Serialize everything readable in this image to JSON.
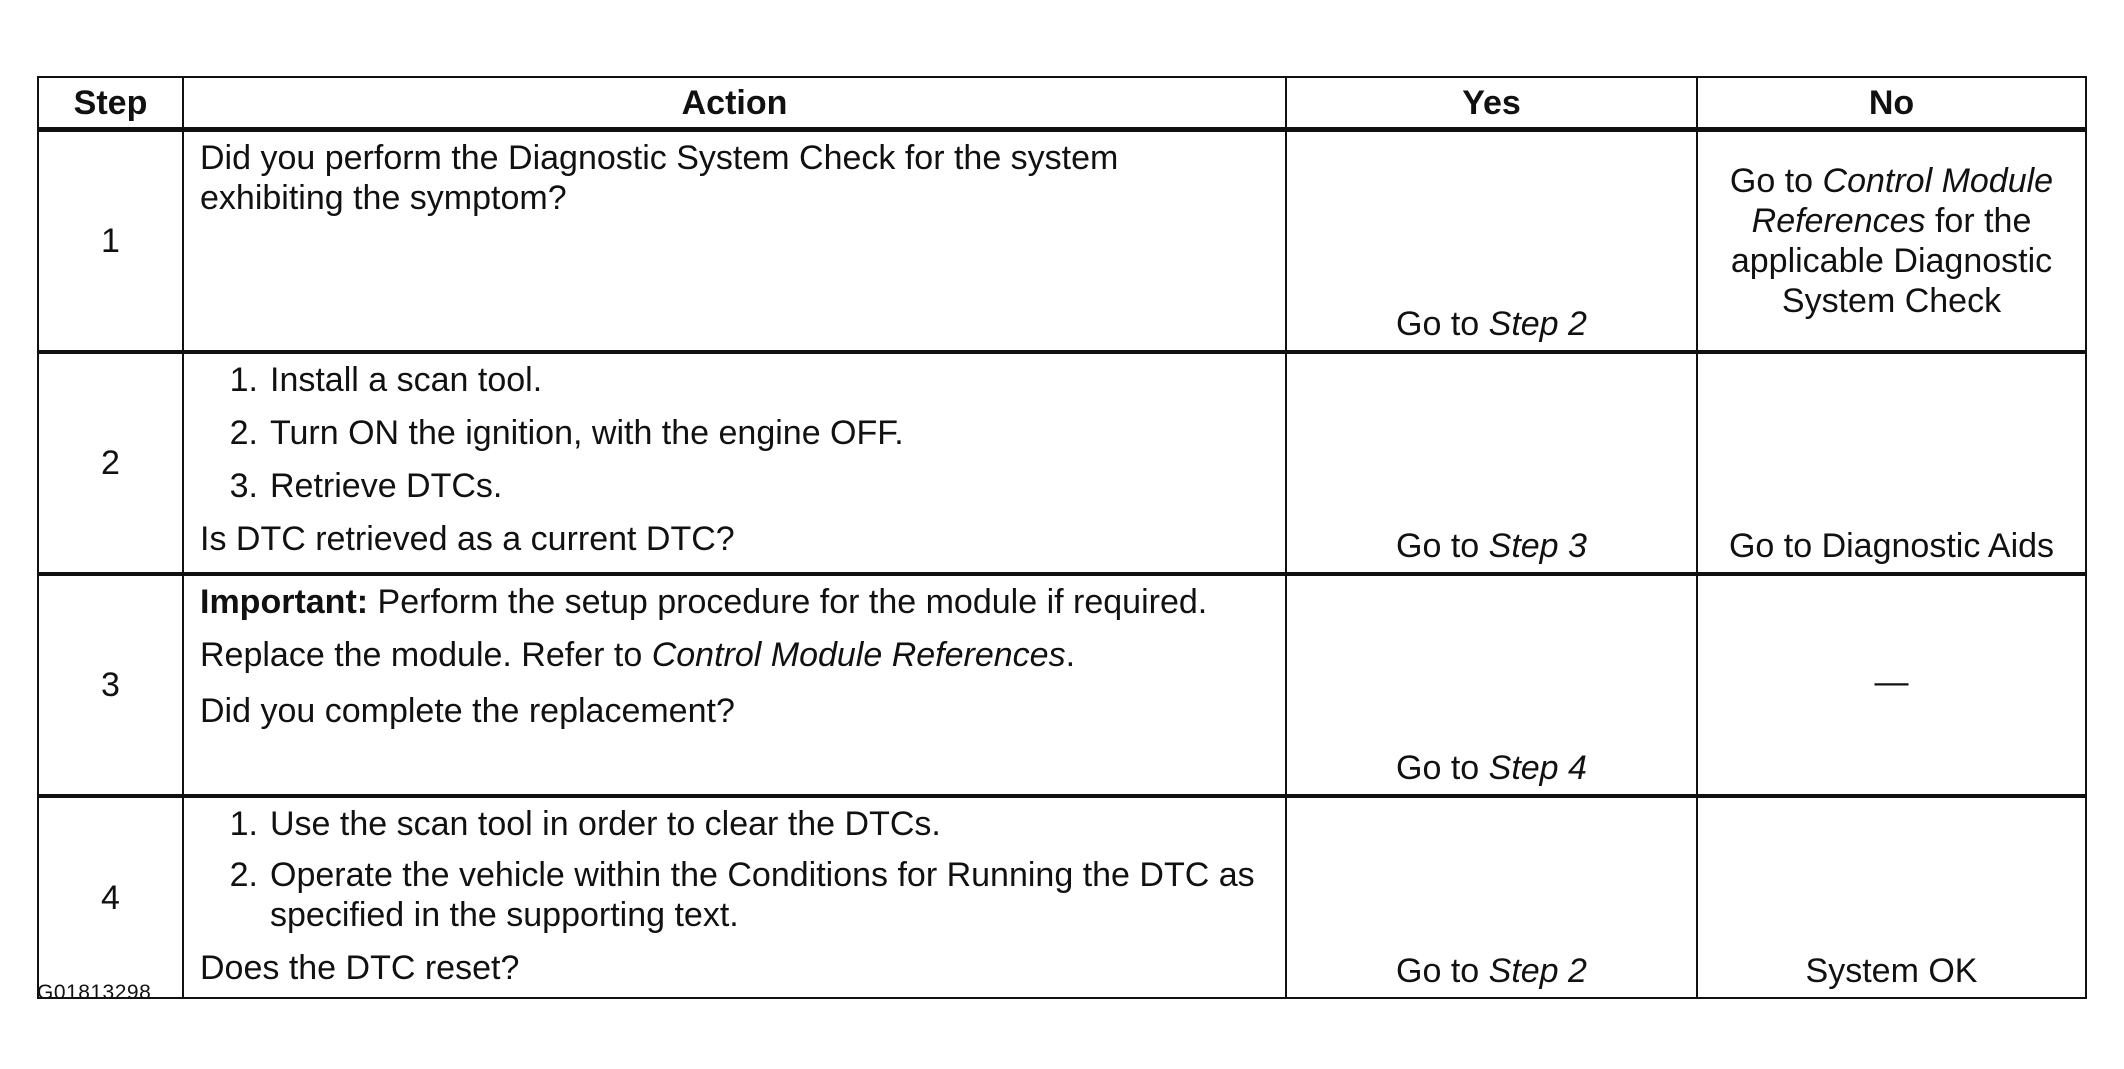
{
  "header": {
    "step": "Step",
    "action": "Action",
    "yes": "Yes",
    "no": "No"
  },
  "rows": [
    {
      "step": "1",
      "action": "Did you perform the Diagnostic System Check for the system exhibiting the symptom?",
      "yes_prefix": "Go to ",
      "yes_link": "Step 2",
      "no_prefix": "Go to ",
      "no_link": "Control Module References",
      "no_suffix": " for the applicable Diagnostic System Check"
    },
    {
      "step": "2",
      "items": [
        {
          "num": "1.",
          "text": "Install a scan tool."
        },
        {
          "num": "2.",
          "text": "Turn ON the ignition, with the engine OFF."
        },
        {
          "num": "3.",
          "text": "Retrieve DTCs."
        }
      ],
      "question": "Is DTC retrieved as a current DTC?",
      "yes_prefix": "Go to ",
      "yes_link": "Step 3",
      "no": "Go to Diagnostic Aids"
    },
    {
      "step": "3",
      "important_label": "Important:",
      "important_text": " Perform the setup procedure for the module if required.",
      "replace_text": "Replace the module. Refer to ",
      "replace_link": "Control Module References",
      "replace_suffix": ".",
      "question": "Did you complete the replacement?",
      "yes_prefix": "Go to ",
      "yes_link": "Step 4",
      "no": "—"
    },
    {
      "step": "4",
      "items": [
        {
          "num": "1.",
          "text": "Use the scan tool in order to clear the DTCs."
        },
        {
          "num": "2.",
          "text": "Operate the vehicle within the Conditions for Running the DTC as specified in the supporting text."
        }
      ],
      "question": "Does the DTC reset?",
      "yes_prefix": "Go to ",
      "yes_link": "Step 2",
      "no": "System OK"
    }
  ],
  "figure_id": "G01813298"
}
